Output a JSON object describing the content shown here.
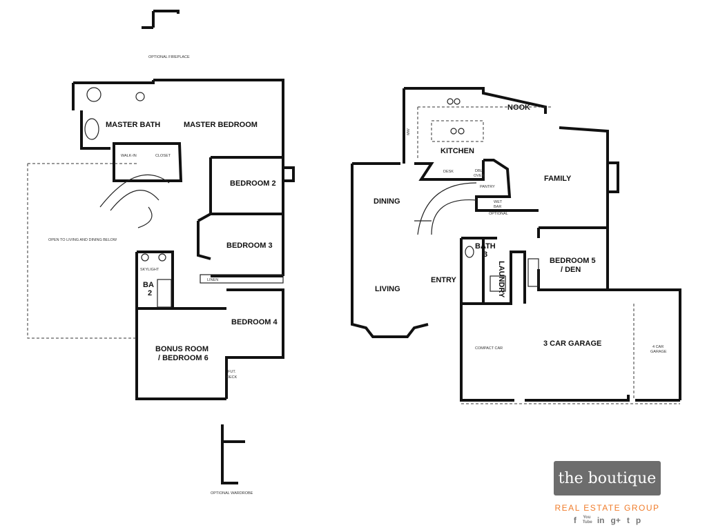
{
  "upper_floor": {
    "master_bath": "MASTER BATH",
    "master_bedroom": "MASTER BEDROOM",
    "bedroom_2": "BEDROOM 2",
    "bedroom_3": "BEDROOM 3",
    "bedroom_4": "BEDROOM 4",
    "ba_line1": "BA",
    "ba_line2": "2",
    "bonus_line1": "BONUS ROOM",
    "bonus_line2": "/ BEDROOM 6",
    "open_to_below": "OPEN TO LIVING AND DINING BELOW",
    "optional_fireplace": "OPTIONAL FIREPLACE",
    "optional_wardrobe": "OPTIONAL WARDROBE",
    "walk_in": "WALK-IN",
    "closet": "CLOSET",
    "skylight": "SKYLIGHT",
    "linen": "LINEN",
    "fut": "FUT.",
    "deck": "DECK"
  },
  "lower_floor": {
    "nook": "NOOK",
    "kitchen": "KITCHEN",
    "family": "FAMILY",
    "dining": "DINING",
    "living": "LIVING",
    "entry": "ENTRY",
    "bath_line1": "BATH",
    "bath_line2": "3",
    "laundry": "LAUNDRY",
    "bedroom5_line1": "BEDROOM 5",
    "bedroom5_line2": "/ DEN",
    "garage": "3 CAR GARAGE",
    "desk": "DESK",
    "dbl_oven_1": "DBL",
    "dbl_oven_2": "OVEN",
    "pantry": "PANTRY",
    "wet_bar_1": "WET",
    "wet_bar_2": "BAR",
    "optional": "OPTIONAL",
    "mw": "MW",
    "compact_car": "COMPACT CAR",
    "garage_option_1": "4 CAR",
    "garage_option_2": "GARAGE"
  },
  "logo": {
    "name": "the boutique",
    "subtitle": "REAL ESTATE GROUP",
    "social": [
      "f",
      "You Tube",
      "in",
      "g+",
      "t",
      "p"
    ],
    "box_color": "#6d6d6d",
    "accent_color": "#f07c2a"
  }
}
